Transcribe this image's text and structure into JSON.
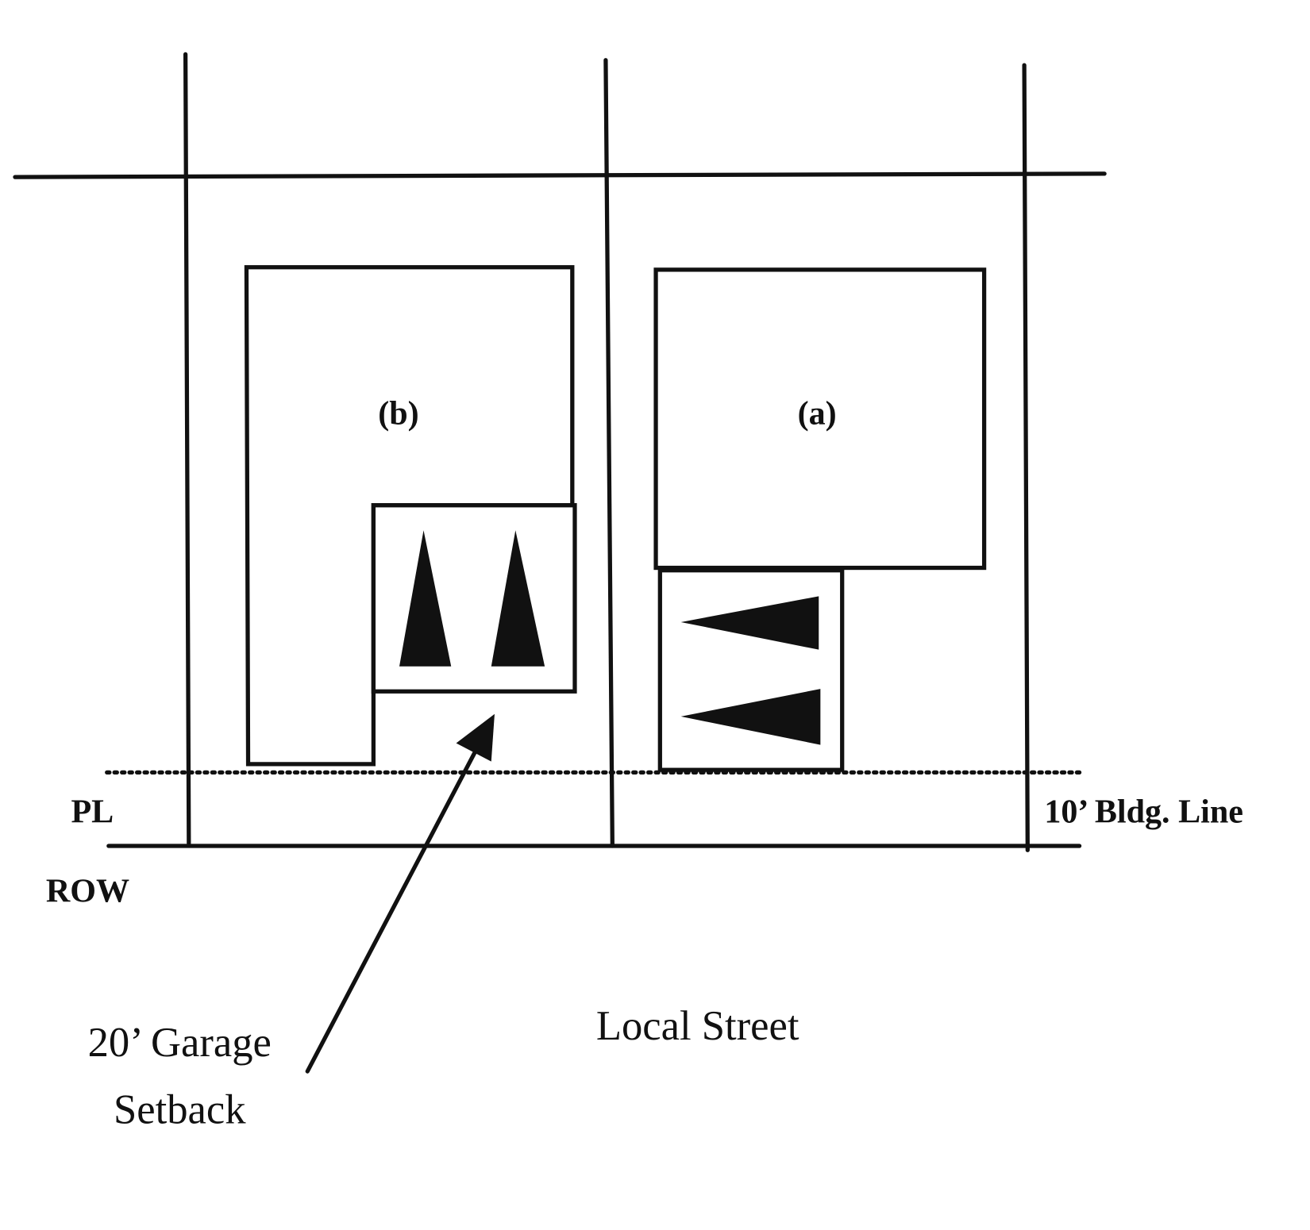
{
  "labels": {
    "lot_b": "(b)",
    "lot_a": "(a)",
    "property_line": "PL",
    "right_of_way": "ROW",
    "building_line": "10’ Bldg. Line",
    "street": "Local Street",
    "garage_setback_line1": "20’ Garage",
    "garage_setback_line2": "Setback"
  }
}
